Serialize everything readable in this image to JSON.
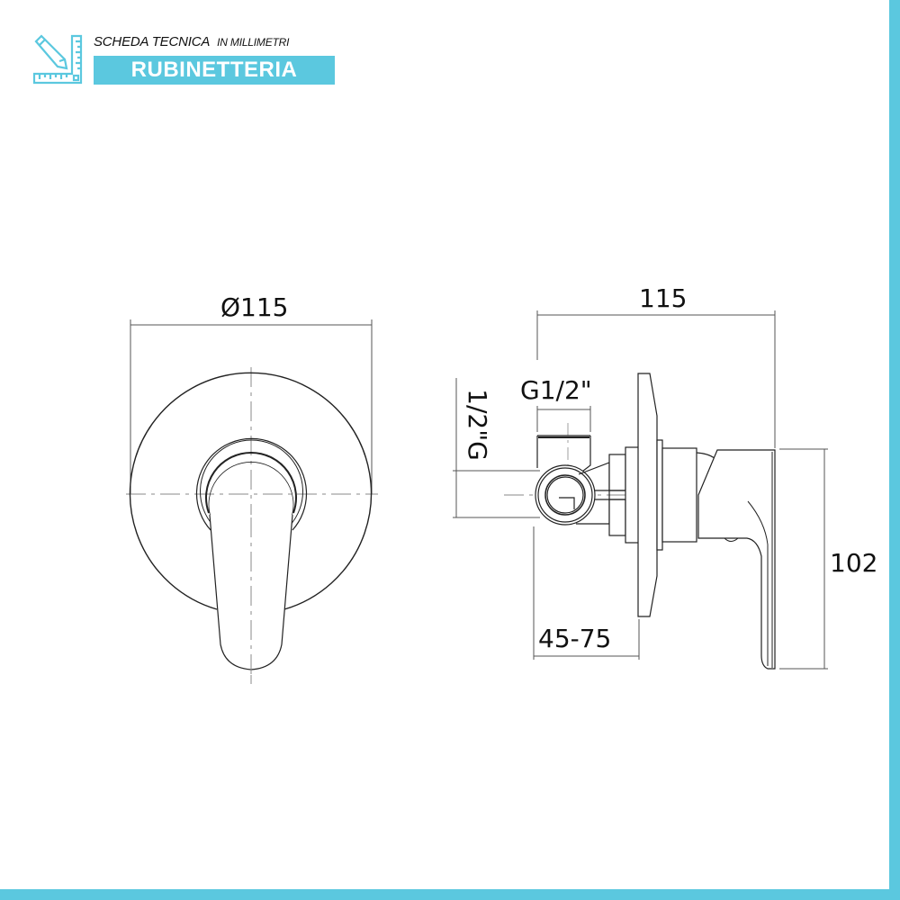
{
  "header": {
    "title": "SCHEDA TECNICA",
    "unit_note": "IN MILLIMETRI",
    "category": "RUBINETTERIA",
    "icon": "ruler-pencil-icon"
  },
  "colors": {
    "accent": "#5bc8df",
    "line": "#222222",
    "centerline": "#888888",
    "background": "#ffffff"
  },
  "front_view": {
    "dimensions": {
      "diameter": "Ø115"
    }
  },
  "side_view": {
    "dimensions": {
      "depth": "115",
      "inlet_thread_top": "G1/2\"",
      "inlet_thread_side": "1/2\"G",
      "installation_depth": "45-75",
      "height": "102"
    }
  }
}
